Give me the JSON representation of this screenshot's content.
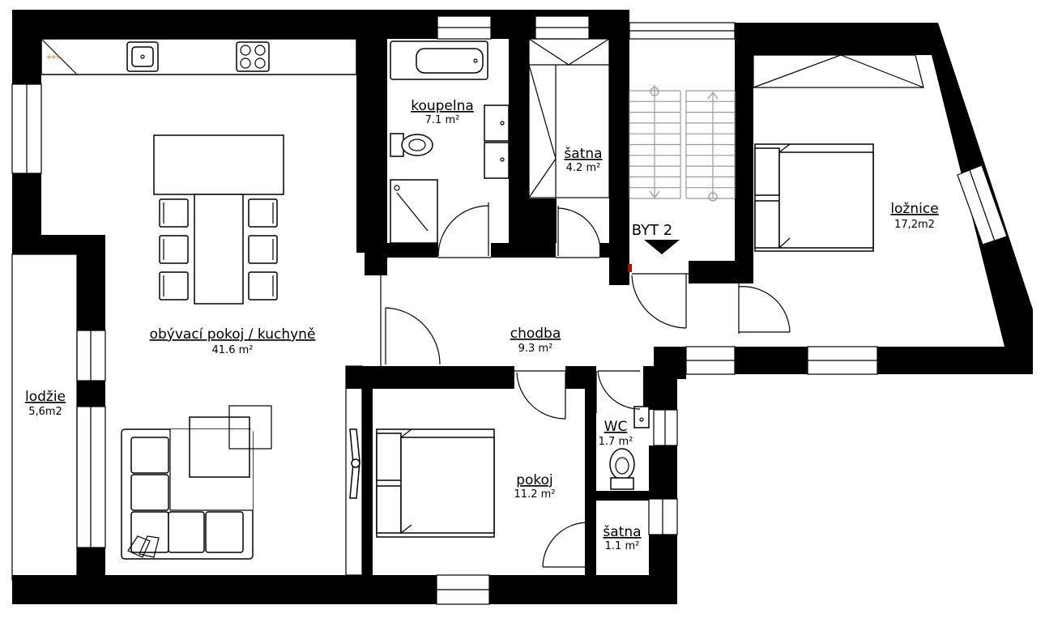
{
  "rooms": {
    "obyvaci": {
      "name": "obývací pokoj / kuchyně",
      "area": "41.6 m²"
    },
    "lodzie": {
      "name": "lodžie",
      "area": "5,6m2"
    },
    "koupelna": {
      "name": "koupelna",
      "area": "7.1 m²"
    },
    "satna_top": {
      "name": "šatna",
      "area": "4.2 m²"
    },
    "loznice": {
      "name": "ložnice",
      "area": "17,2m2"
    },
    "chodba": {
      "name": "chodba",
      "area": "9.3 m²"
    },
    "pokoj": {
      "name": "pokoj",
      "area": "11.2 m²"
    },
    "wc": {
      "name": "WC",
      "area": "1.7 m²"
    },
    "satna_small": {
      "name": "šatna",
      "area": "1.1 m²"
    }
  },
  "entrance_label": "BYT 2",
  "colors": {
    "wall": "#000000",
    "background": "#ffffff",
    "accent_marker": "#e67e22"
  }
}
